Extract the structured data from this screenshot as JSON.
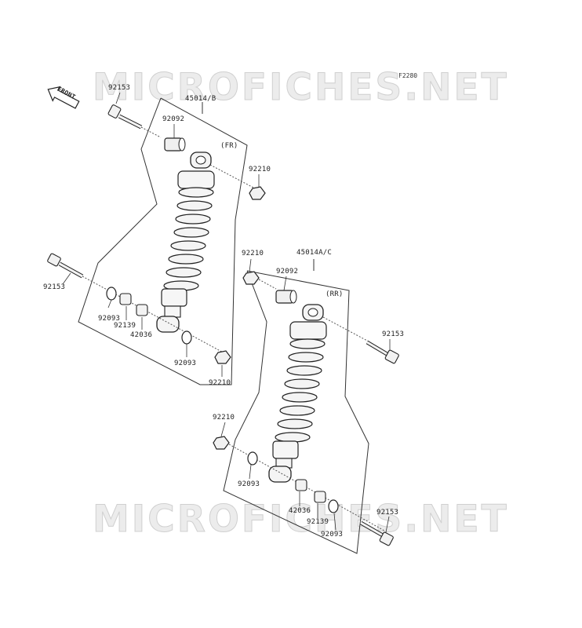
{
  "diagram_code": "F2280",
  "watermark": "MICROFICHES.NET",
  "front_arrow_label": "FRONT",
  "front_shock": {
    "assembly_label": "45014/B",
    "position_label": "(FR)",
    "parts": {
      "top_bolt": "92153",
      "top_collar": "92092",
      "top_nut": "92210",
      "bottom_bolt": "92153",
      "bottom_washer_left": "92093",
      "bottom_collar": "92139",
      "bottom_bushing": "42036",
      "bottom_washer_right": "92093",
      "bottom_nut": "92210"
    }
  },
  "rear_shock": {
    "assembly_label": "45014A/C",
    "position_label": "(RR)",
    "parts": {
      "top_nut": "92210",
      "top_collar": "92092",
      "top_bolt": "92153",
      "bottom_nut": "92210",
      "bottom_washer_left": "92093",
      "bottom_bushing": "42036",
      "bottom_collar": "92139",
      "bottom_washer_right": "92093",
      "bottom_bolt": "92153"
    }
  }
}
